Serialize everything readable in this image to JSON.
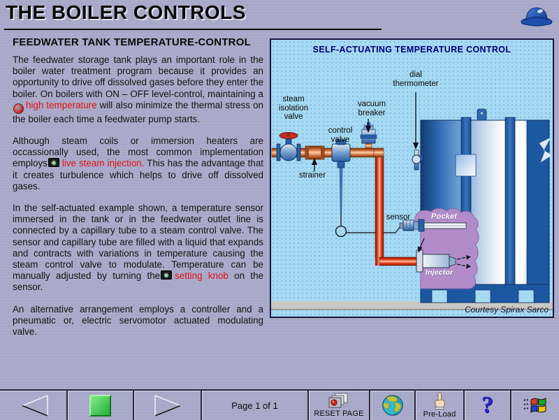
{
  "header": {
    "title": "THE BOILER CONTROLS"
  },
  "article": {
    "heading": "FEEDWATER TANK TEMPERATURE-CONTROL",
    "info_icon_glyph": "i",
    "p1_pre": "The feedwater storage tank plays an important role in the boiler water treatment program because it provides an opportunity to drive off dissolved gases before they enter the boiler. On boilers with ON – OFF level-control, maintaining a",
    "p1_link": "high temperature",
    "p1_post": " will also minimize the thermal stress on the boiler each time a feedwater pump starts.",
    "p2_pre": "Although steam coils or immersion heaters are occassionally used, the most common implementation employs",
    "p2_link": "live steam injection.",
    "p2_post": " This has the advantage that it creates turbulence which helps to drive off dissolved gases.",
    "p3_pre": "In the self-actuated example shown, a temperature sensor immersed in the tank or in the feedwater outlet line is connected by a capillary tube to a steam control valve. The sensor and capillary tube are filled with a liquid that expands and contracts with variations in temperature causing the steam control valve to modulate. Temperature can be manually adjusted by turning the",
    "p3_link": "setting knob",
    "p3_post": " on the sensor.",
    "p4": "An alternative arrangement employs a controller and a pneumatic or, electric servomotor actuated modulating valve."
  },
  "diagram": {
    "title": "SELF-ACTUATING TEMPERATURE CONTROL",
    "labels": {
      "dial_thermometer": "dial\nthermometer",
      "steam_isolation_valve": "steam\nisolation\nvalve",
      "vacuum_breaker": "vacuum\nbreaker",
      "control_valve": "control\nvalve",
      "strainer": "strainer",
      "sensor": "sensor",
      "pocket": "Pocket",
      "injector": "Injector",
      "courtesy": "Courtesy Spirax Sarco"
    }
  },
  "toolbar": {
    "page_indicator": "Page 1 of 1",
    "reset_label": "RESET PAGE",
    "preload_label": "Pre-Load",
    "help_label": "?"
  },
  "icons": {
    "brand": "hard-hat-icon",
    "inline_info": "info-icon",
    "inline_photo": "camera-icon",
    "back": "back-arrow-icon",
    "stop": "green-square-icon",
    "forward": "forward-arrow-icon",
    "reset": "reset-pages-icon",
    "globe": "globe-icon",
    "preload": "pointing-hand-icon",
    "help": "question-mark",
    "windows": "windows-logo-icon"
  },
  "colors": {
    "page_bg": "#a9a9c9",
    "panel_bg": "#a6d9f3",
    "panel_border": "#16163e",
    "link_red": "#e41010",
    "diagram_title_blue": "#00007e",
    "tank_blue": "#2e6ab0",
    "pocket_purple": "#b28cc8",
    "pipe_copper": "#c96a38",
    "pipe_red": "#e23b18",
    "stop_green": "#1fae3a"
  }
}
